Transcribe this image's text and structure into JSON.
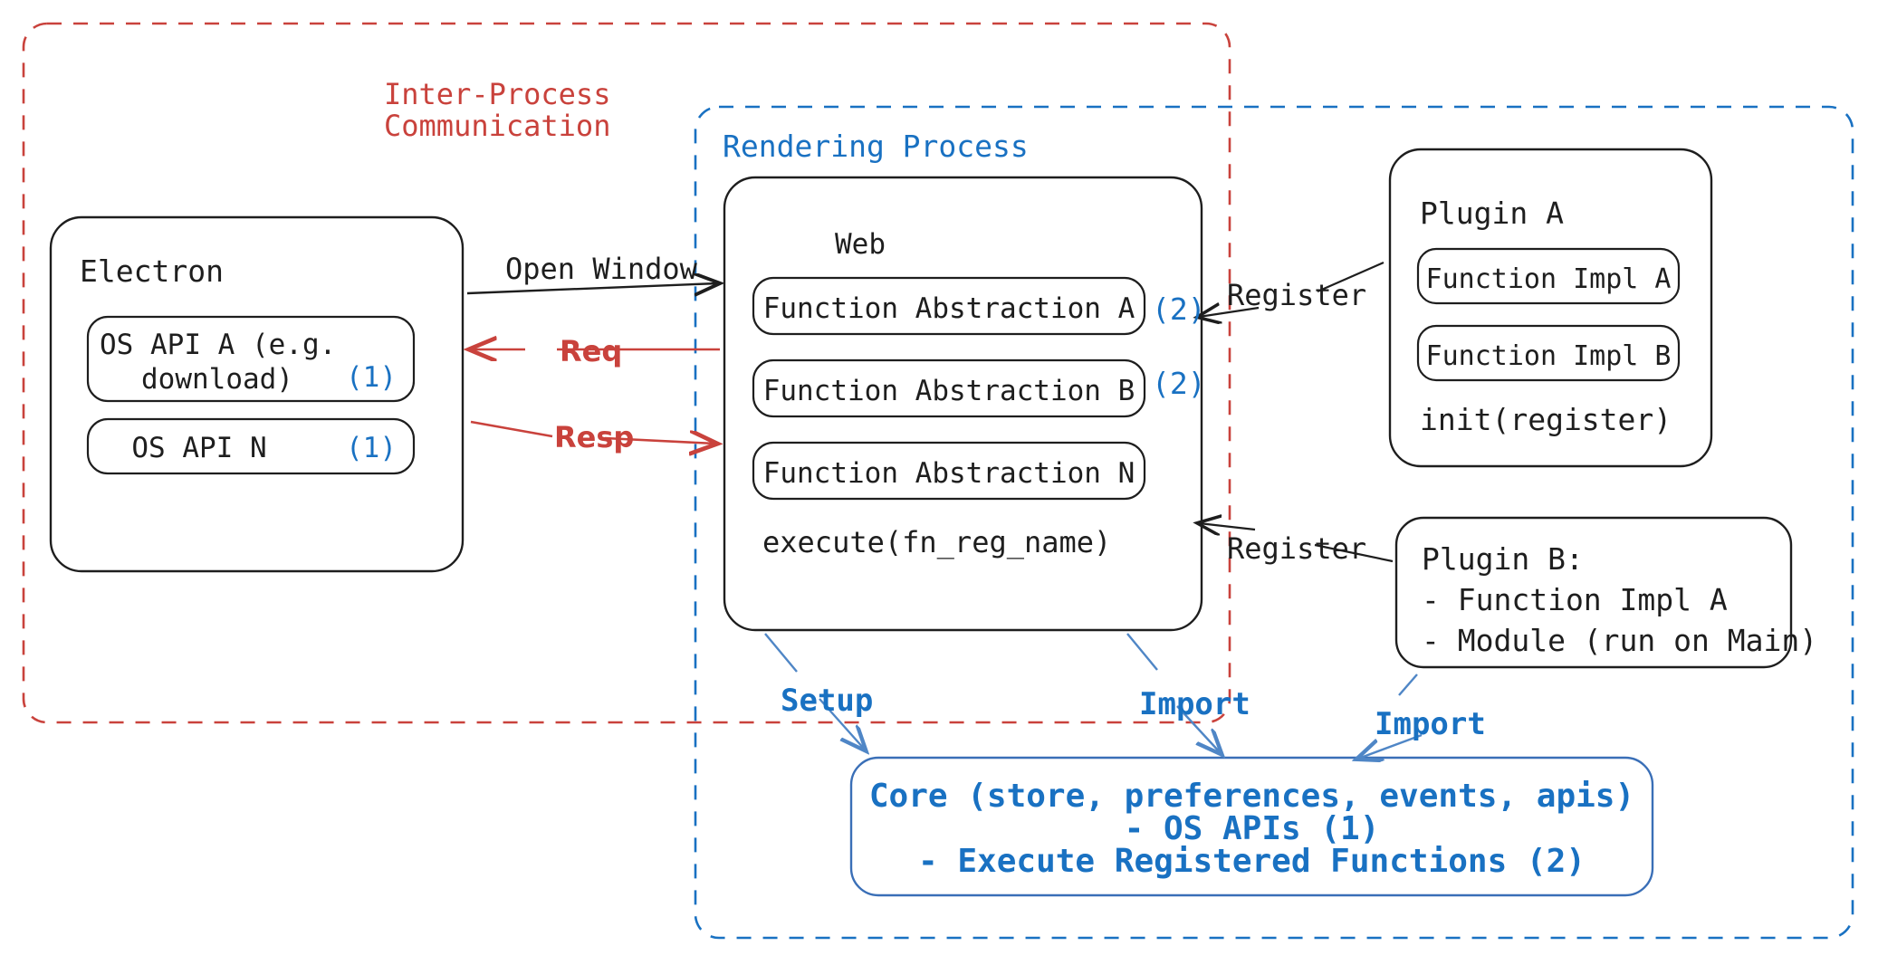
{
  "diagram": {
    "title": "Electron plugin architecture",
    "colors": {
      "ipc_red": "#c9423c",
      "process_blue": "#1971c2",
      "core_blue": "#3a6fb7",
      "stroke_black": "#1e1e1e",
      "background": "#ffffff"
    }
  },
  "boundaries": {
    "ipc": {
      "label_line1": "Inter-Process",
      "label_line2": "Communication",
      "style": "dashed",
      "color": "#c9423c"
    },
    "rendering_process": {
      "label": "Rendering Process",
      "style": "dashed",
      "color": "#1971c2"
    }
  },
  "electron": {
    "title": "Electron",
    "apis": [
      {
        "name": "OS API A (e.g.\ndownload)",
        "marker": "(1)"
      },
      {
        "name": "OS API N",
        "marker": "(1)"
      }
    ]
  },
  "web": {
    "title": "Web",
    "abstractions": [
      {
        "name": "Function Abstraction A",
        "marker": "(2)"
      },
      {
        "name": "Function Abstraction B",
        "marker": "(2)"
      },
      {
        "name": "Function Abstraction N",
        "marker": ""
      }
    ],
    "footer": "execute(fn_reg_name)"
  },
  "plugin_a": {
    "title": "Plugin A",
    "items": [
      "Function Impl A",
      "Function Impl B"
    ],
    "footer": "init(register)"
  },
  "plugin_b": {
    "title": "Plugin B:",
    "items": [
      "- Function Impl A",
      "- Module (run on Main)"
    ]
  },
  "core": {
    "line1": "Core (store, preferences, events, apis)",
    "line2": "- OS APIs (1)",
    "line3": "- Execute Registered Functions (2)"
  },
  "edges": [
    {
      "id": "open-window",
      "label": "Open Window",
      "color": "#1e1e1e",
      "from": "electron",
      "to": "web",
      "direction": "right"
    },
    {
      "id": "req",
      "label": "Req",
      "color": "#c9423c",
      "from": "web",
      "to": "electron",
      "direction": "left"
    },
    {
      "id": "resp",
      "label": "Resp",
      "color": "#c9423c",
      "from": "electron",
      "to": "web",
      "direction": "right"
    },
    {
      "id": "register-plugin-a",
      "label": "Register",
      "color": "#1e1e1e",
      "from": "plugin_a",
      "to": "web",
      "direction": "left"
    },
    {
      "id": "register-plugin-b",
      "label": "Register",
      "color": "#1e1e1e",
      "from": "plugin_b",
      "to": "web",
      "direction": "left"
    },
    {
      "id": "setup",
      "label": "Setup",
      "color": "#4f86c6",
      "from": "web",
      "to": "core",
      "direction": "down"
    },
    {
      "id": "import-web",
      "label": "Import",
      "color": "#4f86c6",
      "from": "web",
      "to": "core",
      "direction": "down"
    },
    {
      "id": "import-plugin-b",
      "label": "Import",
      "color": "#4f86c6",
      "from": "plugin_b",
      "to": "core",
      "direction": "down"
    }
  ]
}
